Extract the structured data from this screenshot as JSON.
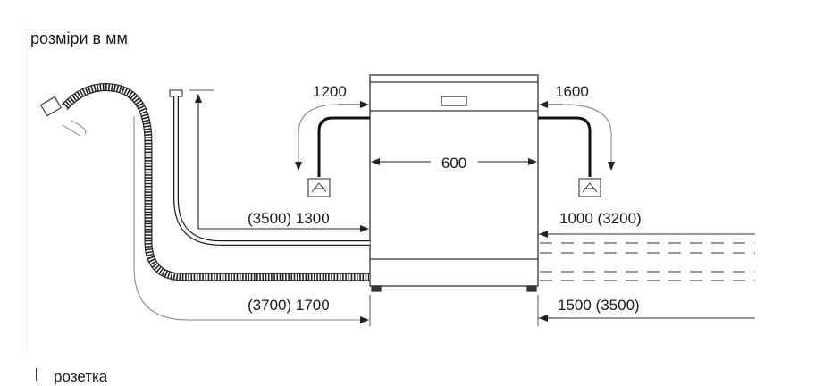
{
  "title": "розміри в мм",
  "dimensions": {
    "left_outlet_height": "1200",
    "right_outlet_height": "1600",
    "appliance_width": "600",
    "left_water_hose": "(3500) 1300",
    "left_drain_hose": "(3700) 1700",
    "right_water_hose": "1000 (3200)",
    "right_drain_hose": "1500 (3500)"
  },
  "footer": {
    "text": "розетка"
  }
}
